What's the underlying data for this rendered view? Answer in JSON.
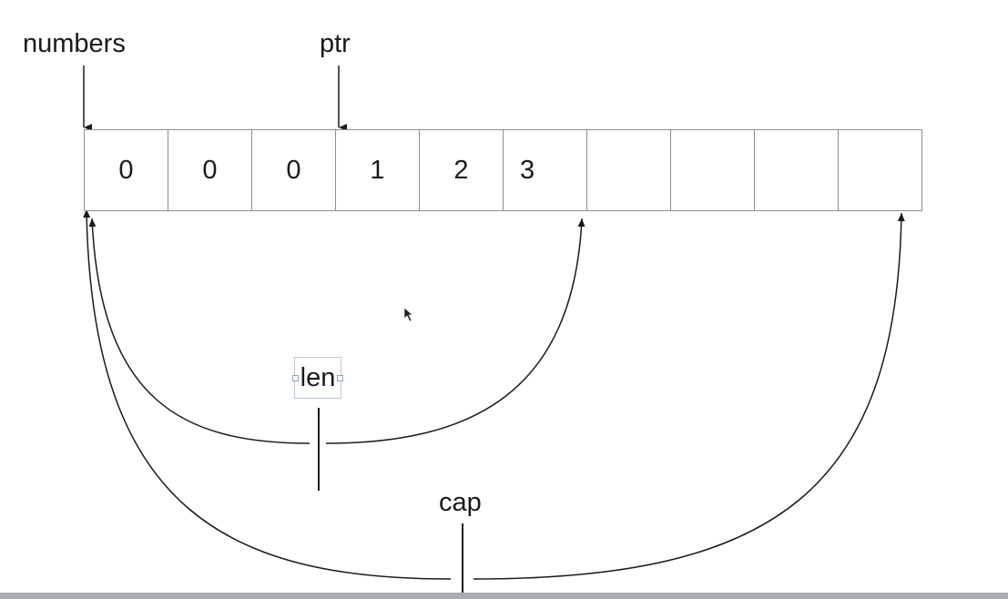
{
  "labels": {
    "numbers": "numbers",
    "ptr": "ptr",
    "len": "len",
    "cap": "cap"
  },
  "array": {
    "cells": [
      "0",
      "0",
      "0",
      "1",
      "2",
      "3",
      "",
      "",
      "",
      ""
    ]
  },
  "colors": {
    "line": "#1a1a1a",
    "cell_border": "#8d8d8d",
    "selection_border": "#b9c9d8",
    "bottom_bar": "#a8adb3"
  },
  "icons": {
    "cursor": "mouse-pointer-icon"
  }
}
